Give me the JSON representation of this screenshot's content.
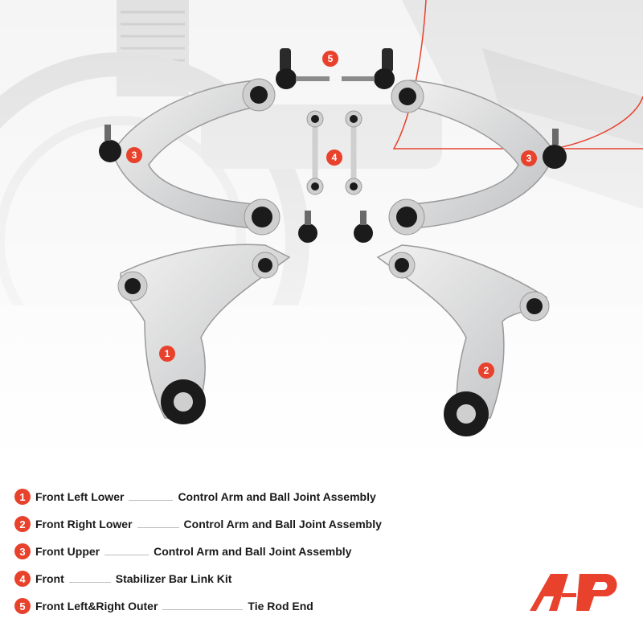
{
  "callouts": [
    "1",
    "2",
    "3",
    "3",
    "4",
    "5"
  ],
  "legend": [
    {
      "num": "1",
      "part": "Front Left Lower",
      "desc": "Control Arm and Ball Joint Assembly"
    },
    {
      "num": "2",
      "part": "Front Right Lower",
      "desc": "Control Arm and Ball Joint Assembly"
    },
    {
      "num": "3",
      "part": "Front Upper",
      "desc": "Control Arm and Ball Joint Assembly"
    },
    {
      "num": "4",
      "part": "Front",
      "desc": "Stabilizer Bar Link Kit"
    },
    {
      "num": "5",
      "part": "Front Left&Right Outer",
      "desc": "Tie Rod End"
    }
  ],
  "colors": {
    "accent": "#e8412c",
    "arm": "#d9d9d9",
    "bushing": "#1b1b1b"
  }
}
